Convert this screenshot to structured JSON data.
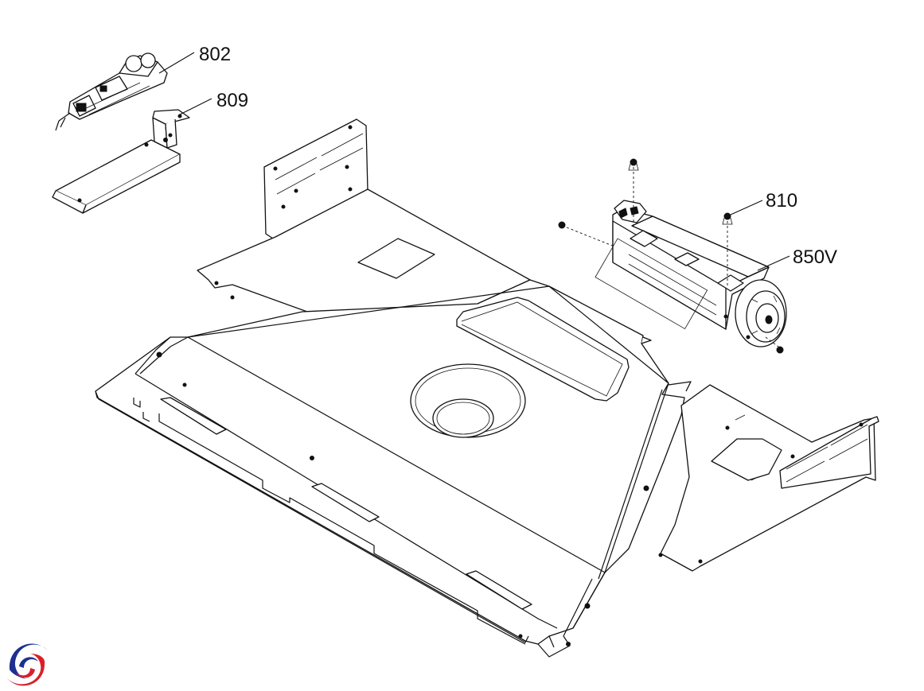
{
  "callouts": {
    "c802": "802",
    "c809": "809",
    "c810": "810",
    "c850v": "850V"
  },
  "logo": {
    "name": "brand-swirl-logo",
    "colors": [
      "#1f2f8f",
      "#d9202a"
    ]
  },
  "colors": {
    "line": "#111111",
    "background": "#ffffff"
  }
}
